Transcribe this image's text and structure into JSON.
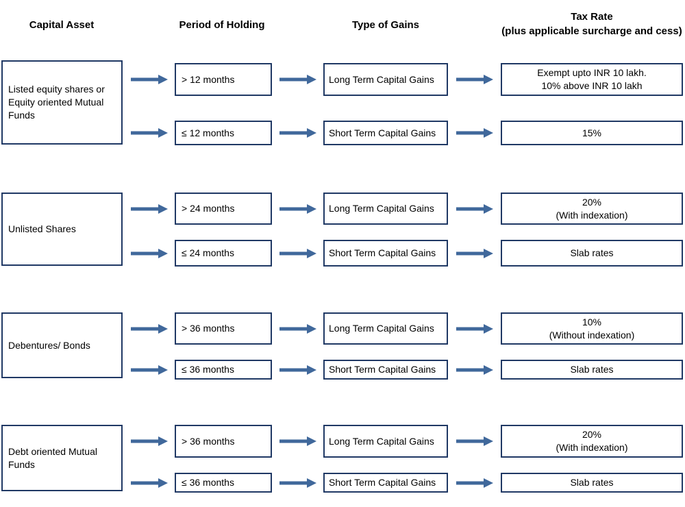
{
  "headers": {
    "col1": "Capital Asset",
    "col2": "Period of Holding",
    "col3": "Type of Gains",
    "col4_line1": "Tax Rate",
    "col4_line2": "(plus applicable surcharge and cess)"
  },
  "colors": {
    "box_border": "#1F3864",
    "arrow": "#40689B",
    "text": "#000000"
  },
  "sections": [
    {
      "asset": "Listed equity shares or Equity oriented Mutual Funds",
      "rows": [
        {
          "period": "> 12 months",
          "gains": "Long Term Capital Gains",
          "tax_line1": "Exempt upto INR 10 lakh.",
          "tax_line2": "10% above INR 10 lakh"
        },
        {
          "period": "≤ 12 months",
          "gains": "Short Term Capital Gains",
          "tax_line1": "15%"
        }
      ]
    },
    {
      "asset": "Unlisted Shares",
      "rows": [
        {
          "period": "> 24 months",
          "gains": "Long Term Capital Gains",
          "tax_line1": "20%",
          "tax_line2": "(With indexation)"
        },
        {
          "period": "≤ 24 months",
          "gains": "Short Term Capital Gains",
          "tax_line1": "Slab rates"
        }
      ]
    },
    {
      "asset": "Debentures/ Bonds",
      "rows": [
        {
          "period": "> 36 months",
          "gains": "Long Term Capital Gains",
          "tax_line1": "10%",
          "tax_line2": "(Without indexation)"
        },
        {
          "period": "≤ 36 months",
          "gains": "Short Term Capital Gains",
          "tax_line1": "Slab rates"
        }
      ]
    },
    {
      "asset": "Debt oriented Mutual Funds",
      "rows": [
        {
          "period": "> 36 months",
          "gains": "Long Term Capital Gains",
          "tax_line1": "20%",
          "tax_line2": "(With indexation)"
        },
        {
          "period": "≤ 36 months",
          "gains": "Short Term Capital Gains",
          "tax_line1": "Slab rates"
        }
      ]
    }
  ]
}
